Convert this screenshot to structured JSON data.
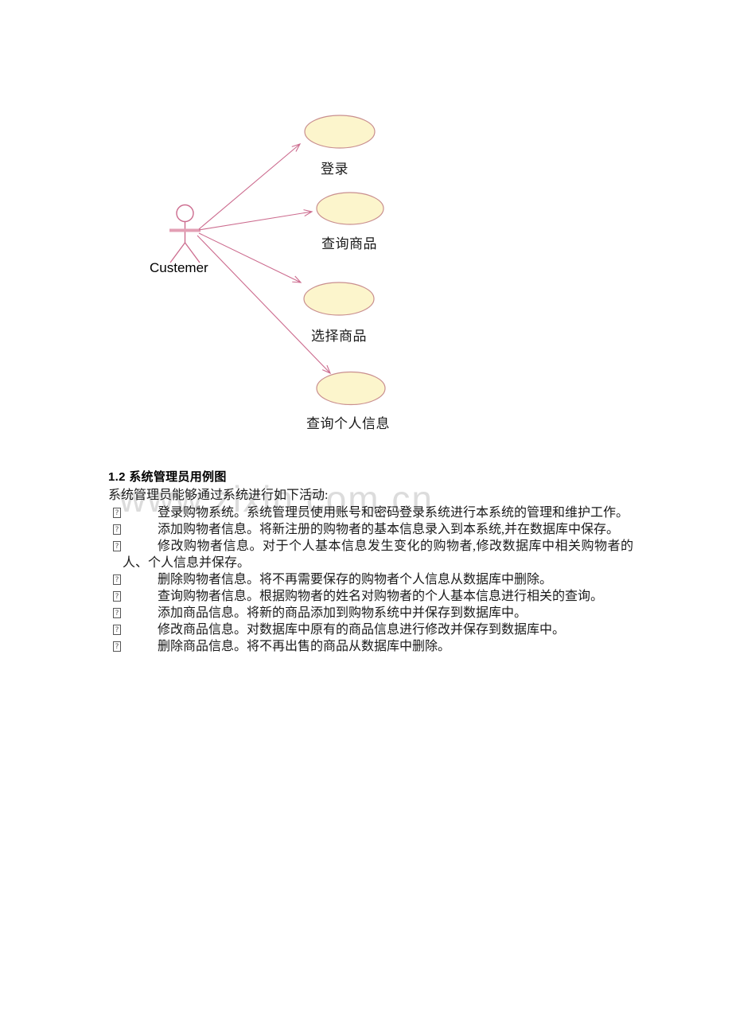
{
  "watermark": {
    "text": "www.zixin.com.cn"
  },
  "diagram": {
    "actor": {
      "name": "Custemer",
      "icon": "stick-figure-actor"
    },
    "stroke_color": "#cc6b8e",
    "ellipse_fill": "#fcf5cc",
    "ellipse_stroke": "#c98f8f",
    "use_cases": [
      {
        "label": "登录"
      },
      {
        "label": "查询商品"
      },
      {
        "label": "选择商品"
      },
      {
        "label": "查询个人信息"
      }
    ]
  },
  "content": {
    "heading": "1.2  系统管理员用例图",
    "intro": "系统管理员能够通过系统进行如下活动:",
    "bullet_glyph": "?",
    "items": [
      "登录购物系统。系统管理员使用账号和密码登录系统进行本系统的管理和维护工作。",
      "添加购物者信息。将新注册的购物者的基本信息录入到本系统,并在数据库中保存。",
      "修改购物者信息。对于个人基本信息发生变化的购物者,修改数据库中相关购物者的人、个人信息并保存。",
      "删除购物者信息。将不再需要保存的购物者个人信息从数据库中删除。",
      "查询购物者信息。根据购物者的姓名对购物者的个人基本信息进行相关的查询。",
      "添加商品信息。将新的商品添加到购物系统中并保存到数据库中。",
      "修改商品信息。对数据库中原有的商品信息进行修改并保存到数据库中。",
      "删除商品信息。将不再出售的商品从数据库中删除。"
    ]
  }
}
